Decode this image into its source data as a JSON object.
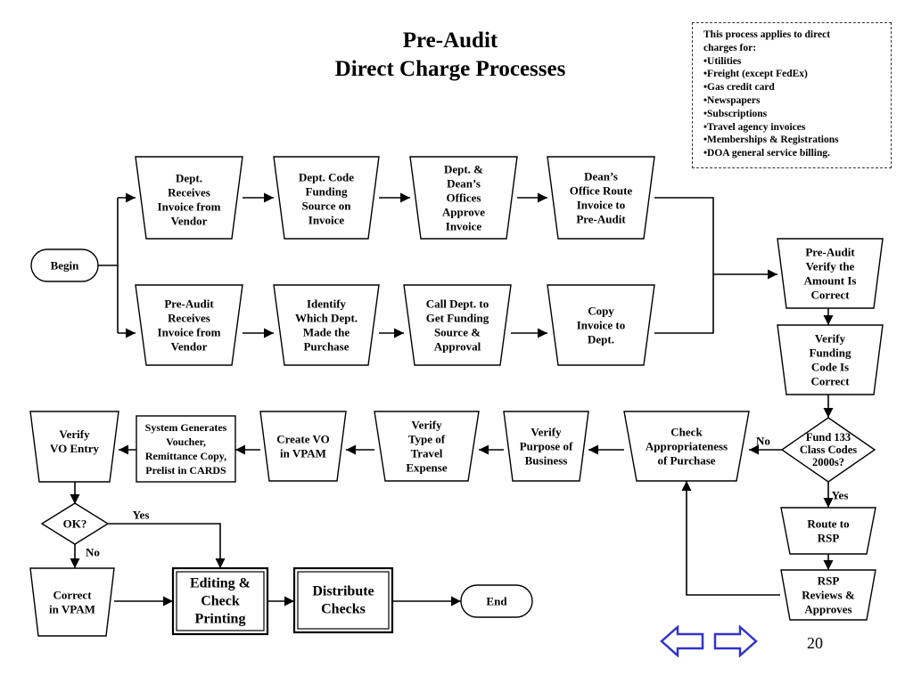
{
  "title": {
    "line1": "Pre-Audit",
    "line2": "Direct Charge Processes"
  },
  "note": {
    "intro": [
      "This process applies to direct",
      "charges for:"
    ],
    "items": [
      "•Utilities",
      "•Freight (except FedEx)",
      "•Gas credit card",
      "•Newspapers",
      "•Subscriptions",
      "•Travel agency invoices",
      "•Memberships & Registrations",
      "•DOA general service billing."
    ]
  },
  "nodes": {
    "begin": [
      "Begin"
    ],
    "r1a": [
      "Dept.",
      "Receives",
      "Invoice from",
      "Vendor"
    ],
    "r1b": [
      "Dept. Code",
      "Funding",
      "Source on",
      "Invoice"
    ],
    "r1c": [
      "Dept. &",
      "Dean’s",
      "Offices",
      "Approve",
      "Invoice"
    ],
    "r1d": [
      "Dean’s",
      "Office Route",
      "Invoice to",
      "Pre-Audit"
    ],
    "r2a": [
      "Pre-Audit",
      "Receives",
      "Invoice from",
      "Vendor"
    ],
    "r2b": [
      "Identify",
      "Which Dept.",
      "Made the",
      "Purchase"
    ],
    "r2c": [
      "Call Dept. to",
      "Get Funding",
      "Source &",
      "Approval"
    ],
    "r2d": [
      "Copy",
      "Invoice to",
      "Dept."
    ],
    "verifyAmount": [
      "Pre-Audit",
      "Verify the",
      "Amount Is",
      "Correct"
    ],
    "verifyFunding": [
      "Verify",
      "Funding",
      "Code Is",
      "Correct"
    ],
    "fund": [
      "Fund 133",
      "Class Codes",
      "2000s?"
    ],
    "routeRsp": [
      "Route to",
      "RSP"
    ],
    "rspReviews": [
      "RSP",
      "Reviews &",
      "Approves"
    ],
    "checkApprop": [
      "Check",
      "Appropriateness",
      "of Purchase"
    ],
    "verifyPurpose": [
      "Verify",
      "Purpose of",
      "Business"
    ],
    "verifyTravel": [
      "Verify",
      "Type of",
      "Travel",
      "Expense"
    ],
    "createVo": [
      "Create VO",
      "in VPAM"
    ],
    "systemGen": [
      "System Generates",
      "Voucher,",
      "Remittance Copy,",
      "Prelist in CARDS"
    ],
    "verifyVo": [
      "Verify",
      "VO Entry"
    ],
    "ok": [
      "OK?"
    ],
    "correct": [
      "Correct",
      "in VPAM"
    ],
    "editing": [
      "Editing &",
      "Check",
      "Printing"
    ],
    "distribute": [
      "Distribute",
      "Checks"
    ],
    "end": [
      "End"
    ]
  },
  "labels": {
    "no1": "No",
    "yes1": "Yes",
    "yes2": "Yes",
    "no2": "No"
  },
  "page_number": "20",
  "nav": {
    "prev_icon": "left-arrow-icon",
    "next_icon": "right-arrow-icon",
    "color": "#3333cc"
  }
}
